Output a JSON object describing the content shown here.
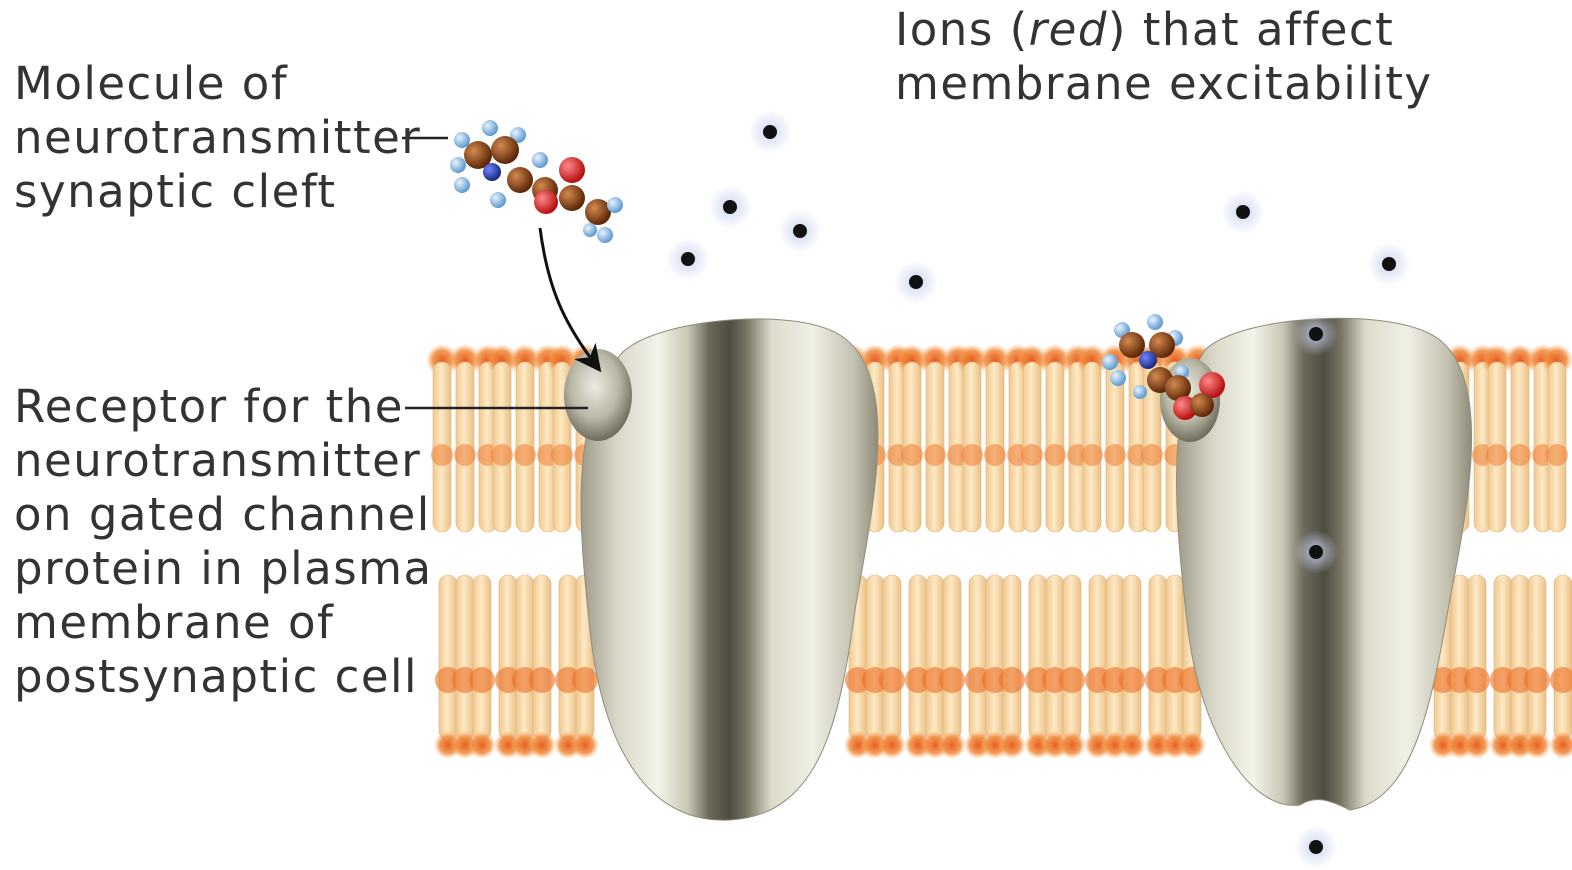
{
  "labels": {
    "molecule": [
      "Molecule of",
      "neurotransmitter",
      "synaptic cleft"
    ],
    "receptor": [
      "Receptor for the",
      "neurotransmitter",
      "on gated channel",
      "protein in plasma",
      "membrane of",
      "postsynaptic cell"
    ],
    "ions": {
      "line1_prefix": "Ions (",
      "line1_italic": "red",
      "line1_suffix": ") that affect",
      "line2": "membrane excitability"
    }
  },
  "colors": {
    "text": "#333333",
    "leader_line": "#222222",
    "ion": "#111111",
    "ion_halo": "#c9d2ef",
    "lipid_tail": "#f6d7a6",
    "lipid_head": "#ec7a2c",
    "protein": "#d4d2c2",
    "atom_carbon": "#8a3d12",
    "atom_hydrogen": "#8dbde8",
    "atom_oxygen": "#e01d1d",
    "atom_nitrogen": "#2a3fa8"
  }
}
